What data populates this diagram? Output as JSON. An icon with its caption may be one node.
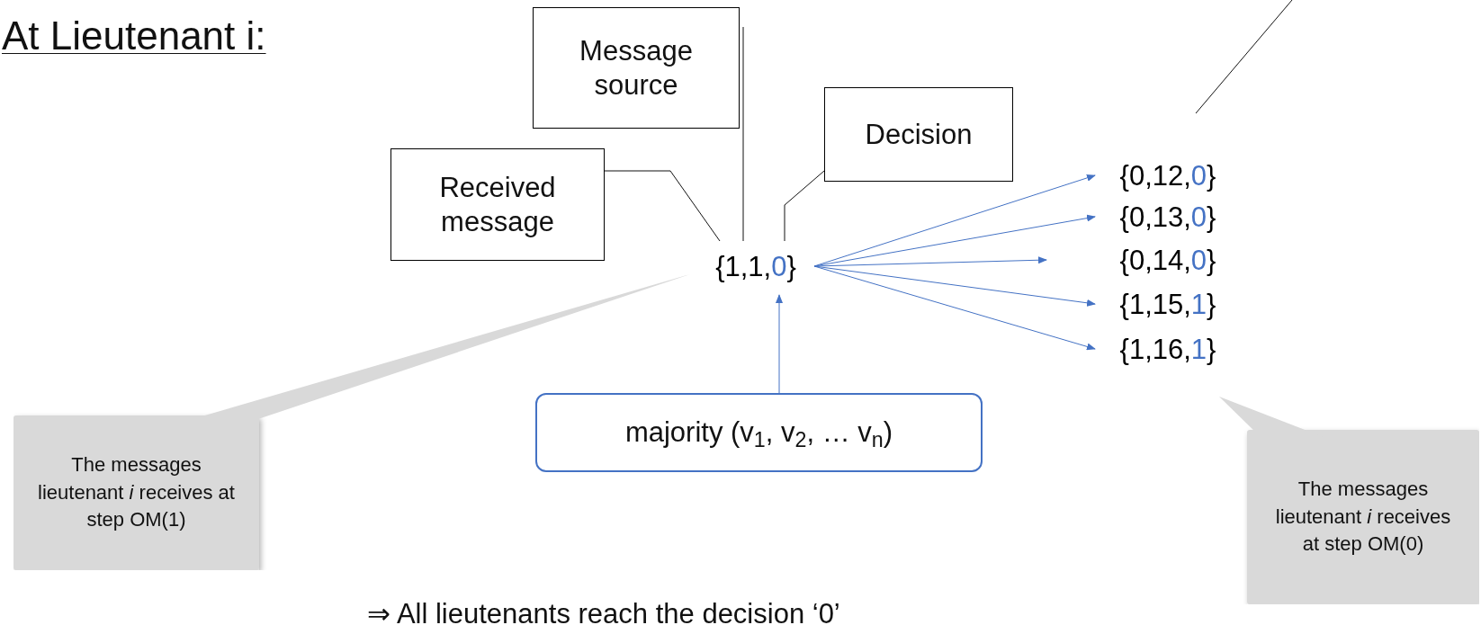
{
  "diagram": {
    "title": "At Lieutenant i:",
    "caption": "⇒ All lieutenants reach the decision ‘0’",
    "nodes": [
      {
        "text": [
          "Message source"
        ]
      },
      {
        "text": [
          "Decision"
        ]
      },
      {
        "text": [
          "Received message"
        ]
      },
      {
        "text": [
          "{1,1,0}"
        ]
      },
      {
        "text": [
          "{0,12,0}"
        ]
      },
      {
        "text": [
          "{0,13,0}"
        ]
      },
      {
        "text": [
          "{0,14,0}"
        ]
      },
      {
        "text": [
          "{1,15,1}"
        ]
      },
      {
        "text": [
          "{1,16,1}"
        ]
      },
      {
        "text": [
          "majority (v$_{1}$, v$_{2}$, … v$_{n}$)"
        ]
      },
      {
        "text": [
          "The messages lieutenant *i* receives at step OM(1)"
        ]
      },
      {
        "text": [
          "The messages lieutenant *i* receives at step OM(0)"
        ]
      }
    ],
    "edges": [
      {
        "from": 2,
        "to": 3,
        "arrow": "none",
        "color": "#111111"
      },
      {
        "from": 0,
        "to": 3,
        "arrow": "none",
        "color": "#111111"
      },
      {
        "from": 1,
        "to": 3,
        "arrow": "none",
        "color": "#111111"
      },
      {
        "from": 3,
        "to": 4,
        "arrow": "to"
      },
      {
        "from": 3,
        "to": 5,
        "arrow": "to"
      },
      {
        "from": 3,
        "to": 6,
        "arrow": "to"
      },
      {
        "from": 3,
        "to": 7,
        "arrow": "to"
      },
      {
        "from": 3,
        "to": 8,
        "arrow": "to"
      },
      {
        "from": 9,
        "to": 3,
        "arrow": "to"
      },
      {
        "from": null,
        "to": 4,
        "arrow": "none",
        "color": "#111111"
      }
    ]
  }
}
